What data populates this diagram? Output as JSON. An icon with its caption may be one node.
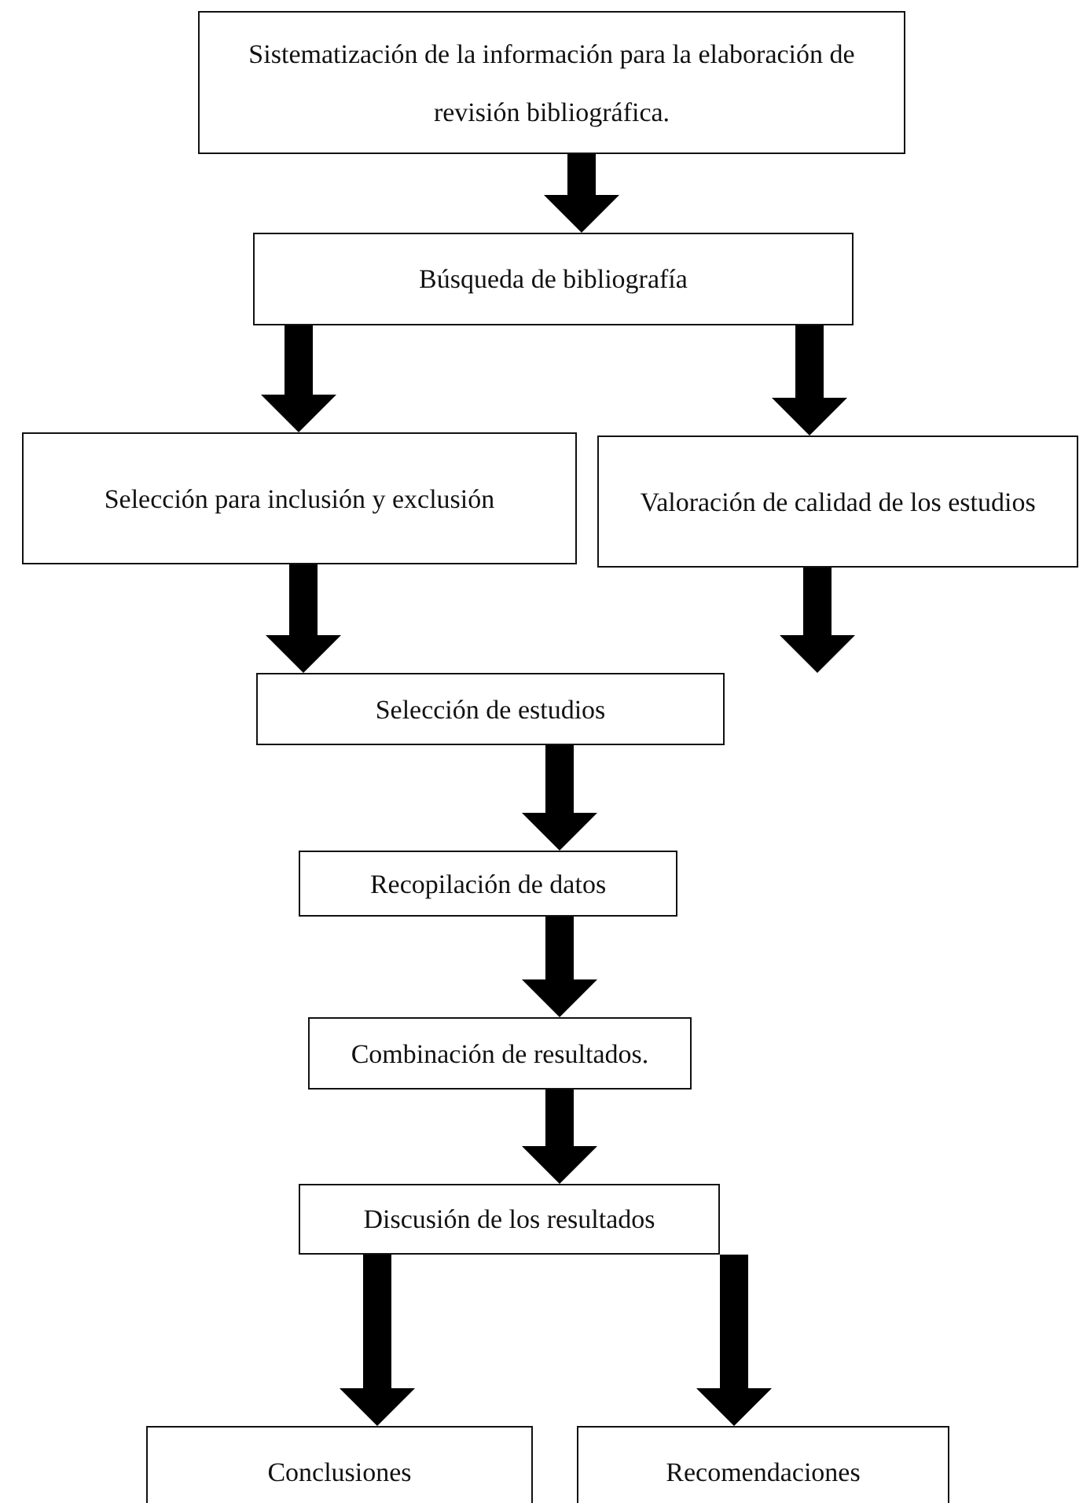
{
  "diagram": {
    "nodes": [
      {
        "text": [
          "Sistematización de la información para la elaboración de revisión bibliográfica."
        ]
      },
      {
        "text": [
          "Búsqueda de bibliografía"
        ]
      },
      {
        "text": [
          "Selección para inclusión y exclusión"
        ]
      },
      {
        "text": [
          "Valoración de calidad de los estudios"
        ]
      },
      {
        "text": [
          "Selección de estudios"
        ]
      },
      {
        "text": [
          "Recopilación de datos"
        ]
      },
      {
        "text": [
          "Combinación de resultados."
        ]
      },
      {
        "text": [
          "Discusión de los resultados"
        ]
      },
      {
        "text": [
          "Conclusiones"
        ]
      },
      {
        "text": [
          "Recomendaciones"
        ]
      }
    ],
    "edges": [
      {
        "from": 0,
        "to": 1,
        "arrow": "to"
      },
      {
        "from": 1,
        "to": 2,
        "arrow": "to"
      },
      {
        "from": 1,
        "to": 3,
        "arrow": "to"
      },
      {
        "from": 2,
        "to": 4,
        "arrow": "to"
      },
      {
        "from": 3,
        "to": 4,
        "arrow": "to"
      },
      {
        "from": 4,
        "to": 5,
        "arrow": "to"
      },
      {
        "from": 5,
        "to": 6,
        "arrow": "to"
      },
      {
        "from": 6,
        "to": 7,
        "arrow": "to"
      },
      {
        "from": 7,
        "to": 8,
        "arrow": "to"
      },
      {
        "from": 7,
        "to": 9,
        "arrow": "to"
      }
    ]
  }
}
